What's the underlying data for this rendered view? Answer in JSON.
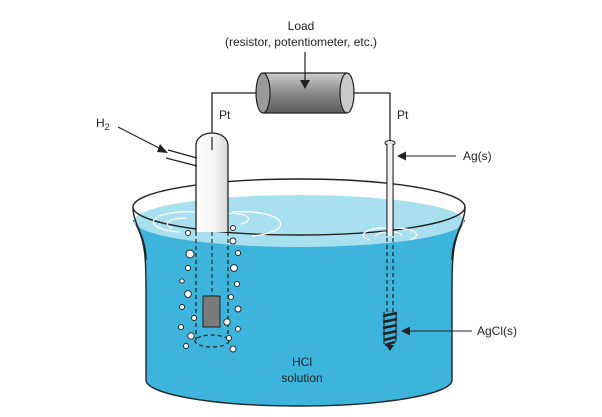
{
  "diagram": {
    "load_title": "Load",
    "load_subtitle": "(resistor, potentiometer, etc.)",
    "left_electrode_label": "Pt",
    "right_electrode_label": "Pt",
    "gas_inlet_label": "H",
    "gas_inlet_subscript": "2",
    "silver_label": "Ag(s)",
    "silver_chloride_label": "AgCl(s)",
    "solution_line1": "HCl",
    "solution_line2": "solution"
  },
  "colors": {
    "solution": "#3cb4dc",
    "solution_surface": "#a9e0f0",
    "outline": "#222222",
    "resistor": "#8c8c8c"
  }
}
